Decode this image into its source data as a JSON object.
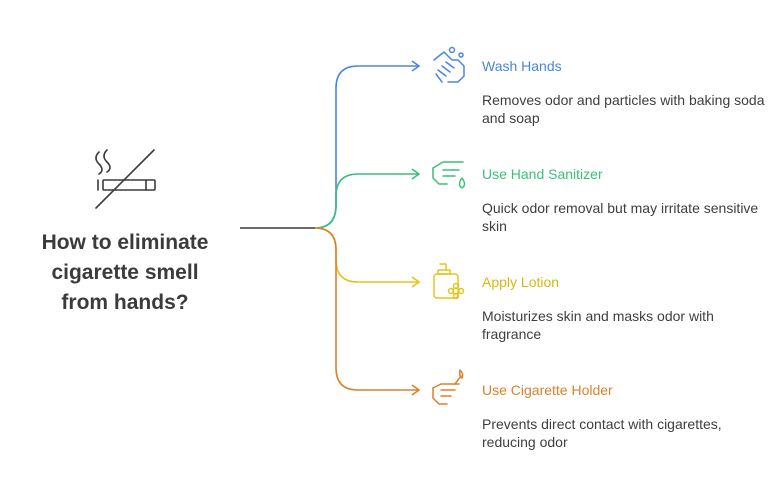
{
  "title": {
    "line1": "How to eliminate",
    "line2": "cigarette smell",
    "line3": "from hands?"
  },
  "items": [
    {
      "title": "Wash Hands",
      "description": "Removes odor and particles with baking soda and soap",
      "color": "#4a86e0",
      "icon": "washing-hands-icon"
    },
    {
      "title": "Use Hand Sanitizer",
      "description": "Quick odor removal but may irritate sensitive skin",
      "color": "#3bbf7a",
      "icon": "hand-sanitizer-drop-icon"
    },
    {
      "title": "Apply Lotion",
      "description": "Moisturizes skin and masks odor with fragrance",
      "color": "#e3c51e",
      "icon": "lotion-bottle-icon"
    },
    {
      "title": "Use Cigarette Holder",
      "description": "Prevents direct contact with cigarettes, reducing odor",
      "color": "#d9822b",
      "icon": "hand-cigarette-holder-icon"
    }
  ],
  "central_icon": "no-smoking-icon",
  "line_color": "#3b3b3b"
}
